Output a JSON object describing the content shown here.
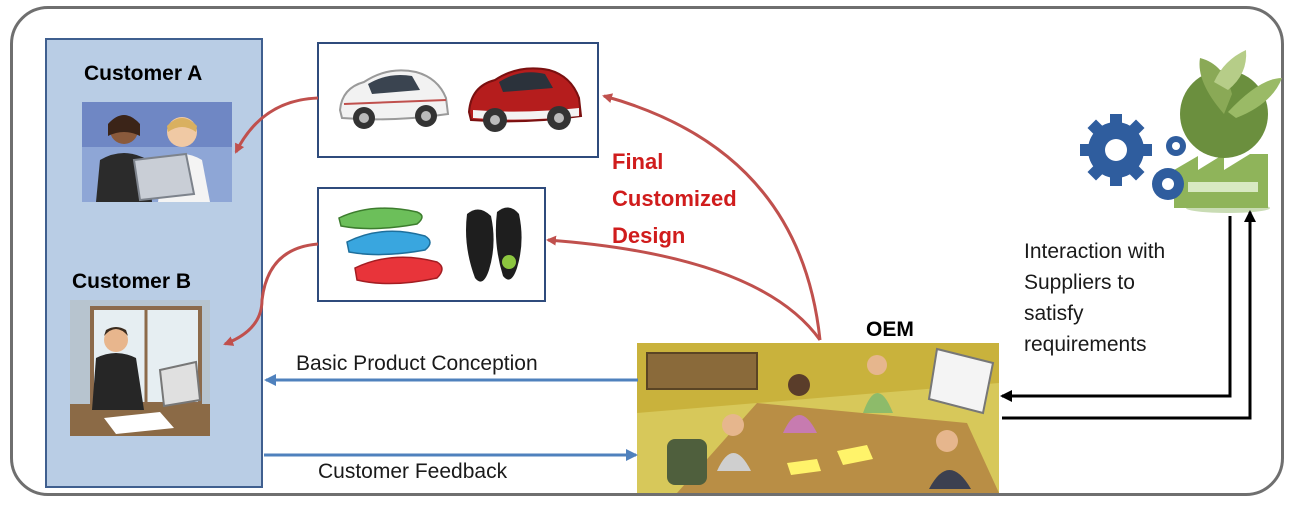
{
  "customers": {
    "a_label": "Customer A",
    "b_label": "Customer B"
  },
  "design": {
    "line1": "Final",
    "line2": "Customized",
    "line3": "Design"
  },
  "flows": {
    "conception": "Basic Product Conception",
    "feedback": "Customer Feedback"
  },
  "oem": {
    "label": "OEM"
  },
  "suppliers": {
    "line1": "Interaction with",
    "line2": "Suppliers to",
    "line3": "satisfy",
    "line4": "requirements"
  },
  "colors": {
    "panel_fill": "#b9cde5",
    "panel_border": "#3f5f8f",
    "red_arrow": "#c0504d",
    "blue_arrow": "#4f81bd",
    "design_text": "#d01c1c",
    "gear_blue": "#2f5d9e",
    "leaf_green": "#6b8f3e"
  }
}
